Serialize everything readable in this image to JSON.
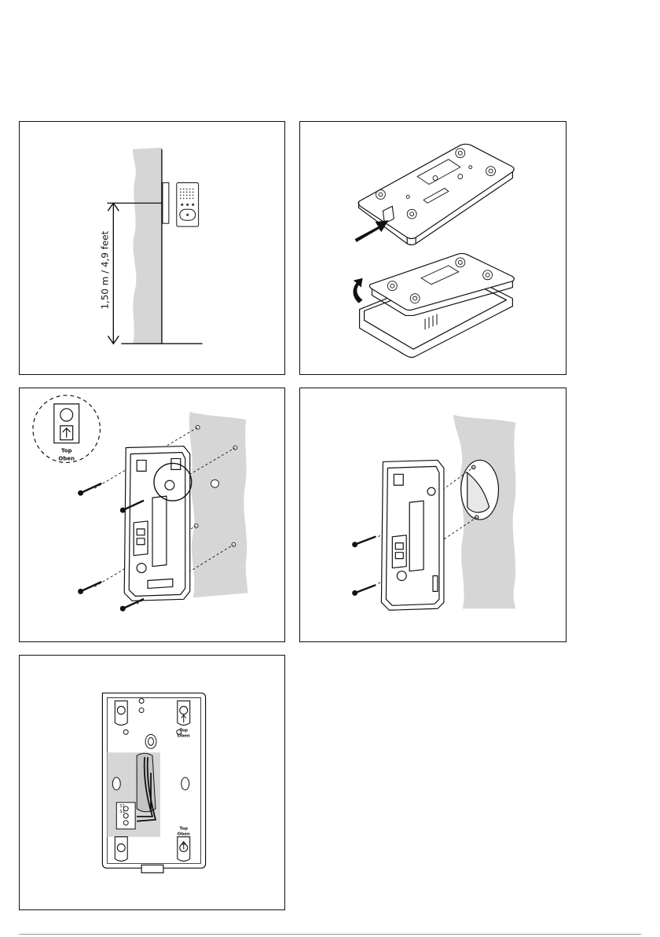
{
  "panels": {
    "height": {
      "measurement": "1,50 m / 4,9 feet"
    },
    "screw_mounting": {
      "top_label": "Top",
      "oben_label": "Oben"
    },
    "wiring": {
      "top_label_1": "Top",
      "oben_label_1": "Oben",
      "top_label_2": "Top",
      "oben_label_2": "Oben",
      "terminal_1": "S1",
      "terminal_2": "S1"
    }
  },
  "colors": {
    "wall": "#d6d6d6",
    "line": "#111111",
    "panel_border": "#111111"
  }
}
